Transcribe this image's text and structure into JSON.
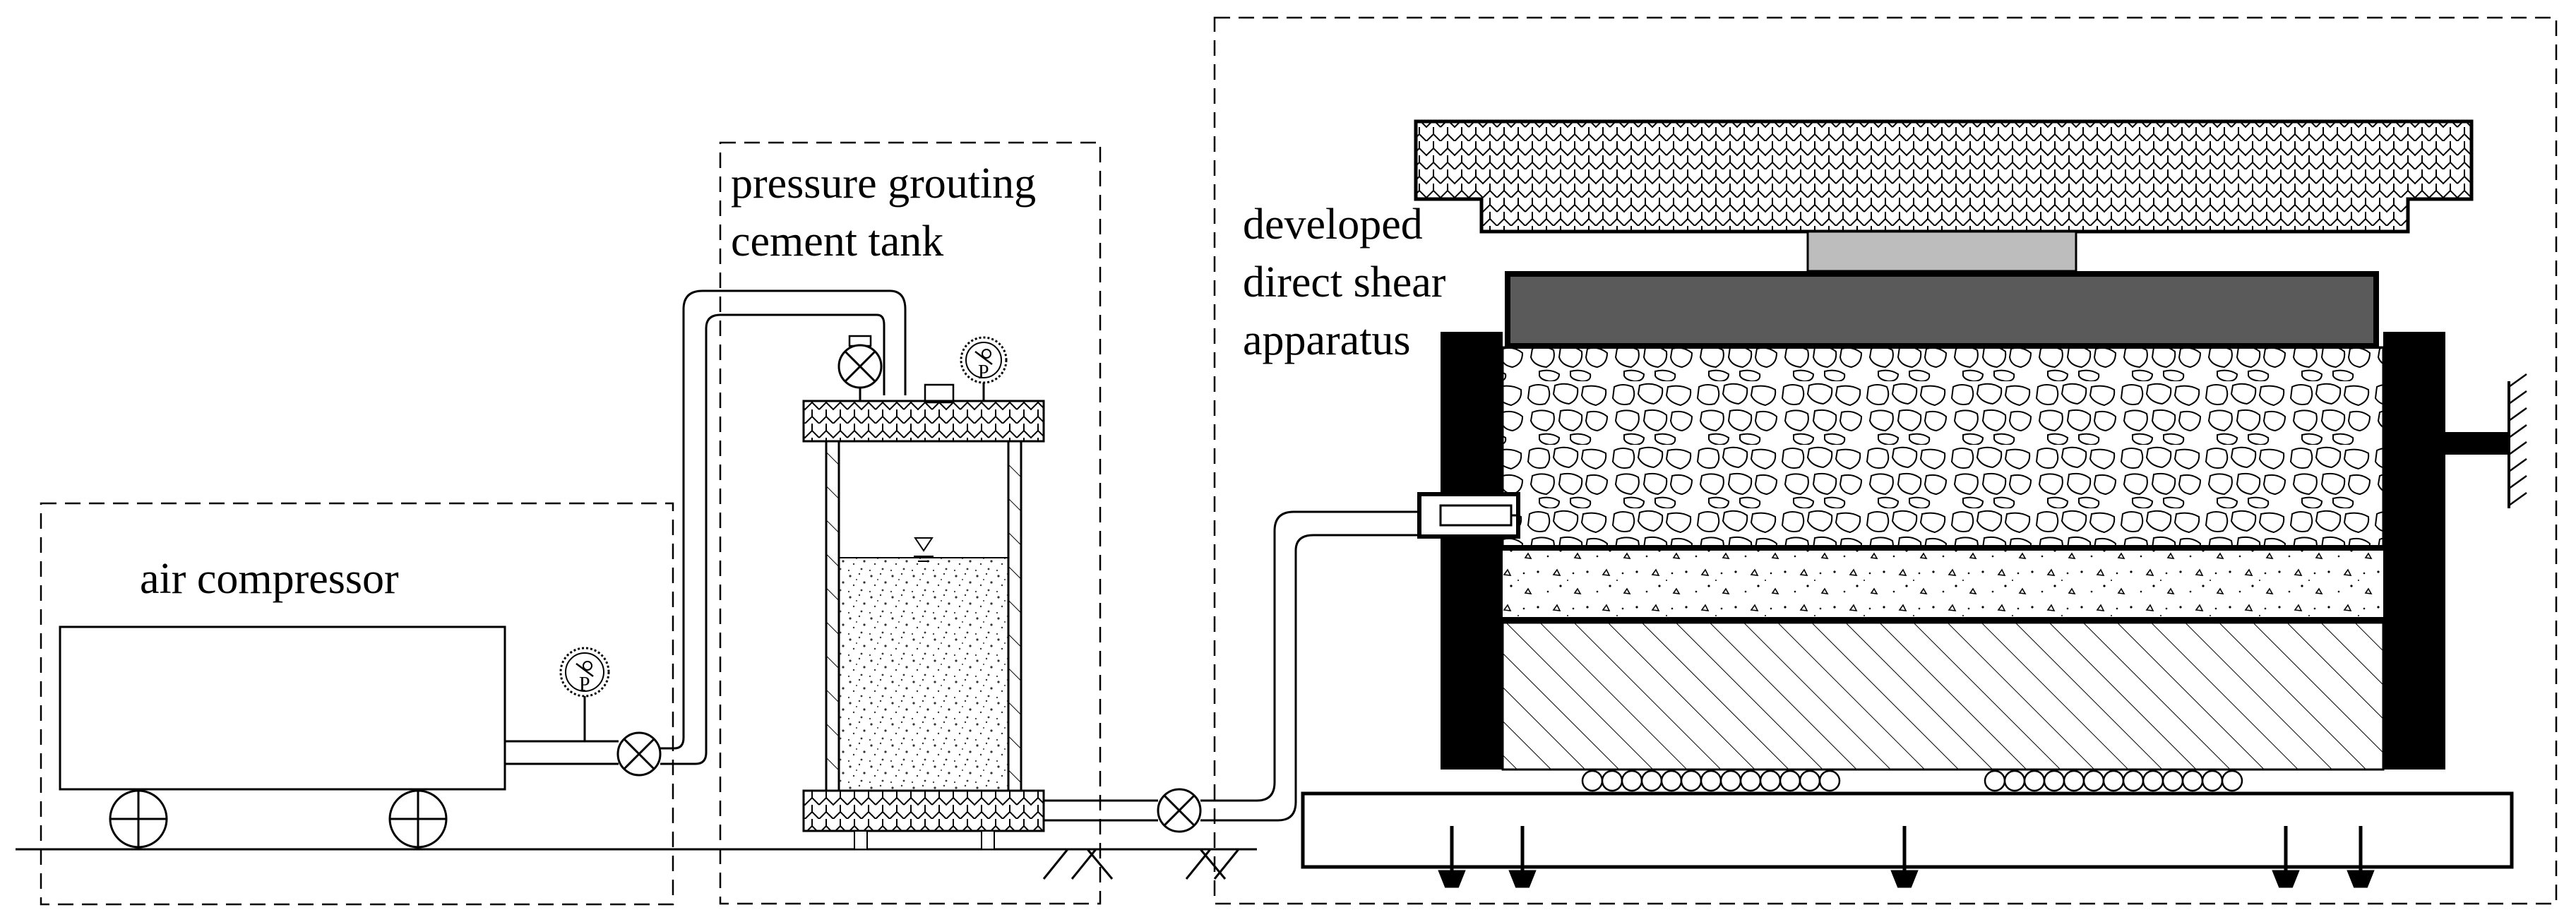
{
  "labels": {
    "air_compressor": "air compressor",
    "grouting_tank_line1": "pressure grouting",
    "grouting_tank_line2": "cement tank",
    "shear_line1": "developed",
    "shear_line2": "direct shear",
    "shear_line3": "apparatus"
  },
  "gauge_symbol": "P",
  "colors": {
    "line": "#000000",
    "load_plate": "#5a5a5a",
    "load_block": "#bdbdbd",
    "frame": "#000000",
    "background": "#ffffff"
  },
  "icons": {
    "gauge": "pressure-gauge-icon",
    "valve": "valve-icon",
    "wheel": "wheel-icon",
    "ground": "ground-hatch-icon"
  }
}
